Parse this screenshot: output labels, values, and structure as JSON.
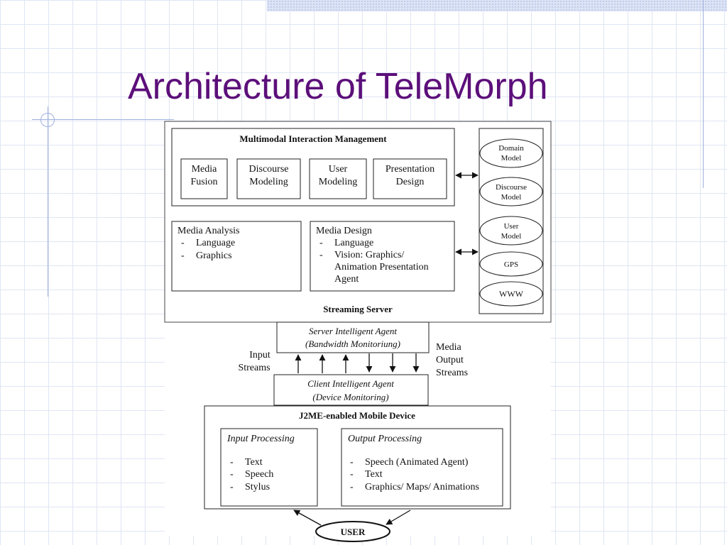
{
  "slide": {
    "title": "Architecture of TeleMorph"
  },
  "diagram": {
    "streaming_server": {
      "label": "Streaming Server",
      "mim": {
        "title": "Multimodal Interaction Management",
        "boxes": [
          {
            "lines": [
              "Media",
              "Fusion"
            ]
          },
          {
            "lines": [
              "Discourse",
              "Modeling"
            ]
          },
          {
            "lines": [
              "User",
              "Modeling"
            ]
          },
          {
            "lines": [
              "Presentation",
              "Design"
            ]
          }
        ]
      },
      "media_analysis": {
        "title": "Media Analysis",
        "items": [
          "Language",
          "Graphics"
        ]
      },
      "media_design": {
        "title": "Media Design",
        "items": [
          "Language",
          "Vision: Graphics/",
          "Animation Presentation",
          "Agent"
        ]
      },
      "databases": [
        {
          "lines": [
            "Domain",
            "Model"
          ]
        },
        {
          "lines": [
            "Discourse",
            "Model"
          ]
        },
        {
          "lines": [
            "User",
            "Model"
          ]
        },
        {
          "lines": [
            "GPS"
          ]
        },
        {
          "lines": [
            "WWW"
          ]
        }
      ]
    },
    "server_agent": {
      "lines": [
        "Server Intelligent Agent",
        "(Bandwidth Monitoriung)"
      ]
    },
    "input_streams": [
      "Input",
      "Streams"
    ],
    "output_streams": [
      "Media",
      "Output",
      "Streams"
    ],
    "client_agent": {
      "lines": [
        "Client Intelligent Agent",
        "(Device Monitoring)"
      ]
    },
    "mobile_device": {
      "title": "J2ME-enabled Mobile Device",
      "input_processing": {
        "title": "Input Processing",
        "items": [
          "Text",
          "Speech",
          "Stylus"
        ]
      },
      "output_processing": {
        "title": "Output Processing",
        "items": [
          "Speech (Animated Agent)",
          "Text",
          "Graphics/ Maps/ Animations"
        ]
      }
    },
    "user": "USER",
    "bullet": "-"
  }
}
